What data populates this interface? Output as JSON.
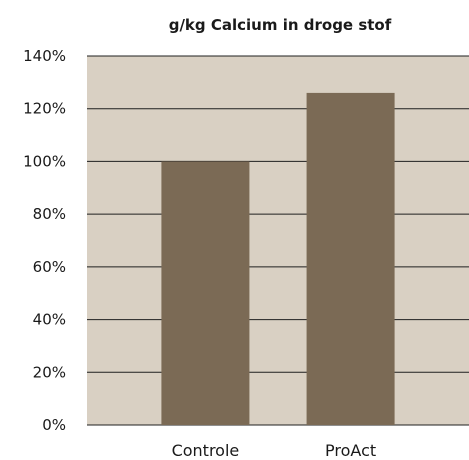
{
  "chart_data": {
    "type": "bar",
    "title": "g/kg Calcium in droge stof",
    "categories": [
      "Controle",
      "ProAct"
    ],
    "values": [
      100,
      126
    ],
    "ylim": [
      0,
      140
    ],
    "yticks": [
      0,
      20,
      40,
      60,
      80,
      100,
      120,
      140
    ],
    "ytick_labels": [
      "0%",
      "20%",
      "40%",
      "60%",
      "80%",
      "100%",
      "120%",
      "140%"
    ],
    "grid": true,
    "legend": "none"
  },
  "colors": {
    "plot_background": "#d9d0c3",
    "bar": "#7b6a55",
    "gridline": "#1f1f1f",
    "text": "#1a1a1a"
  }
}
